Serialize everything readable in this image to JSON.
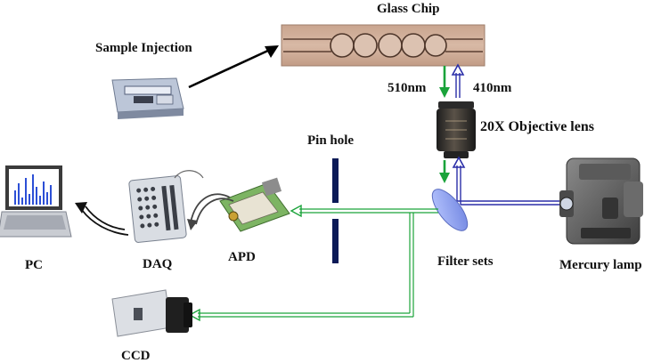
{
  "labels": {
    "glass_chip": "Glass Chip",
    "sample_injection": "Sample Injection",
    "wavelength_emission": "510nm",
    "wavelength_excitation": "410nm",
    "objective_lens": "20X Objective lens",
    "pin_hole": "Pin hole",
    "filter_sets": "Filter sets",
    "mercury_lamp": "Mercury lamp",
    "apd": "APD",
    "daq": "DAQ",
    "pc": "PC",
    "ccd": "CCD"
  },
  "colors": {
    "emission_light": "#1aa33a",
    "excitation_light": "#2b2fa8",
    "pin_hole_bar": "#0b1a57",
    "text": "#111111"
  }
}
